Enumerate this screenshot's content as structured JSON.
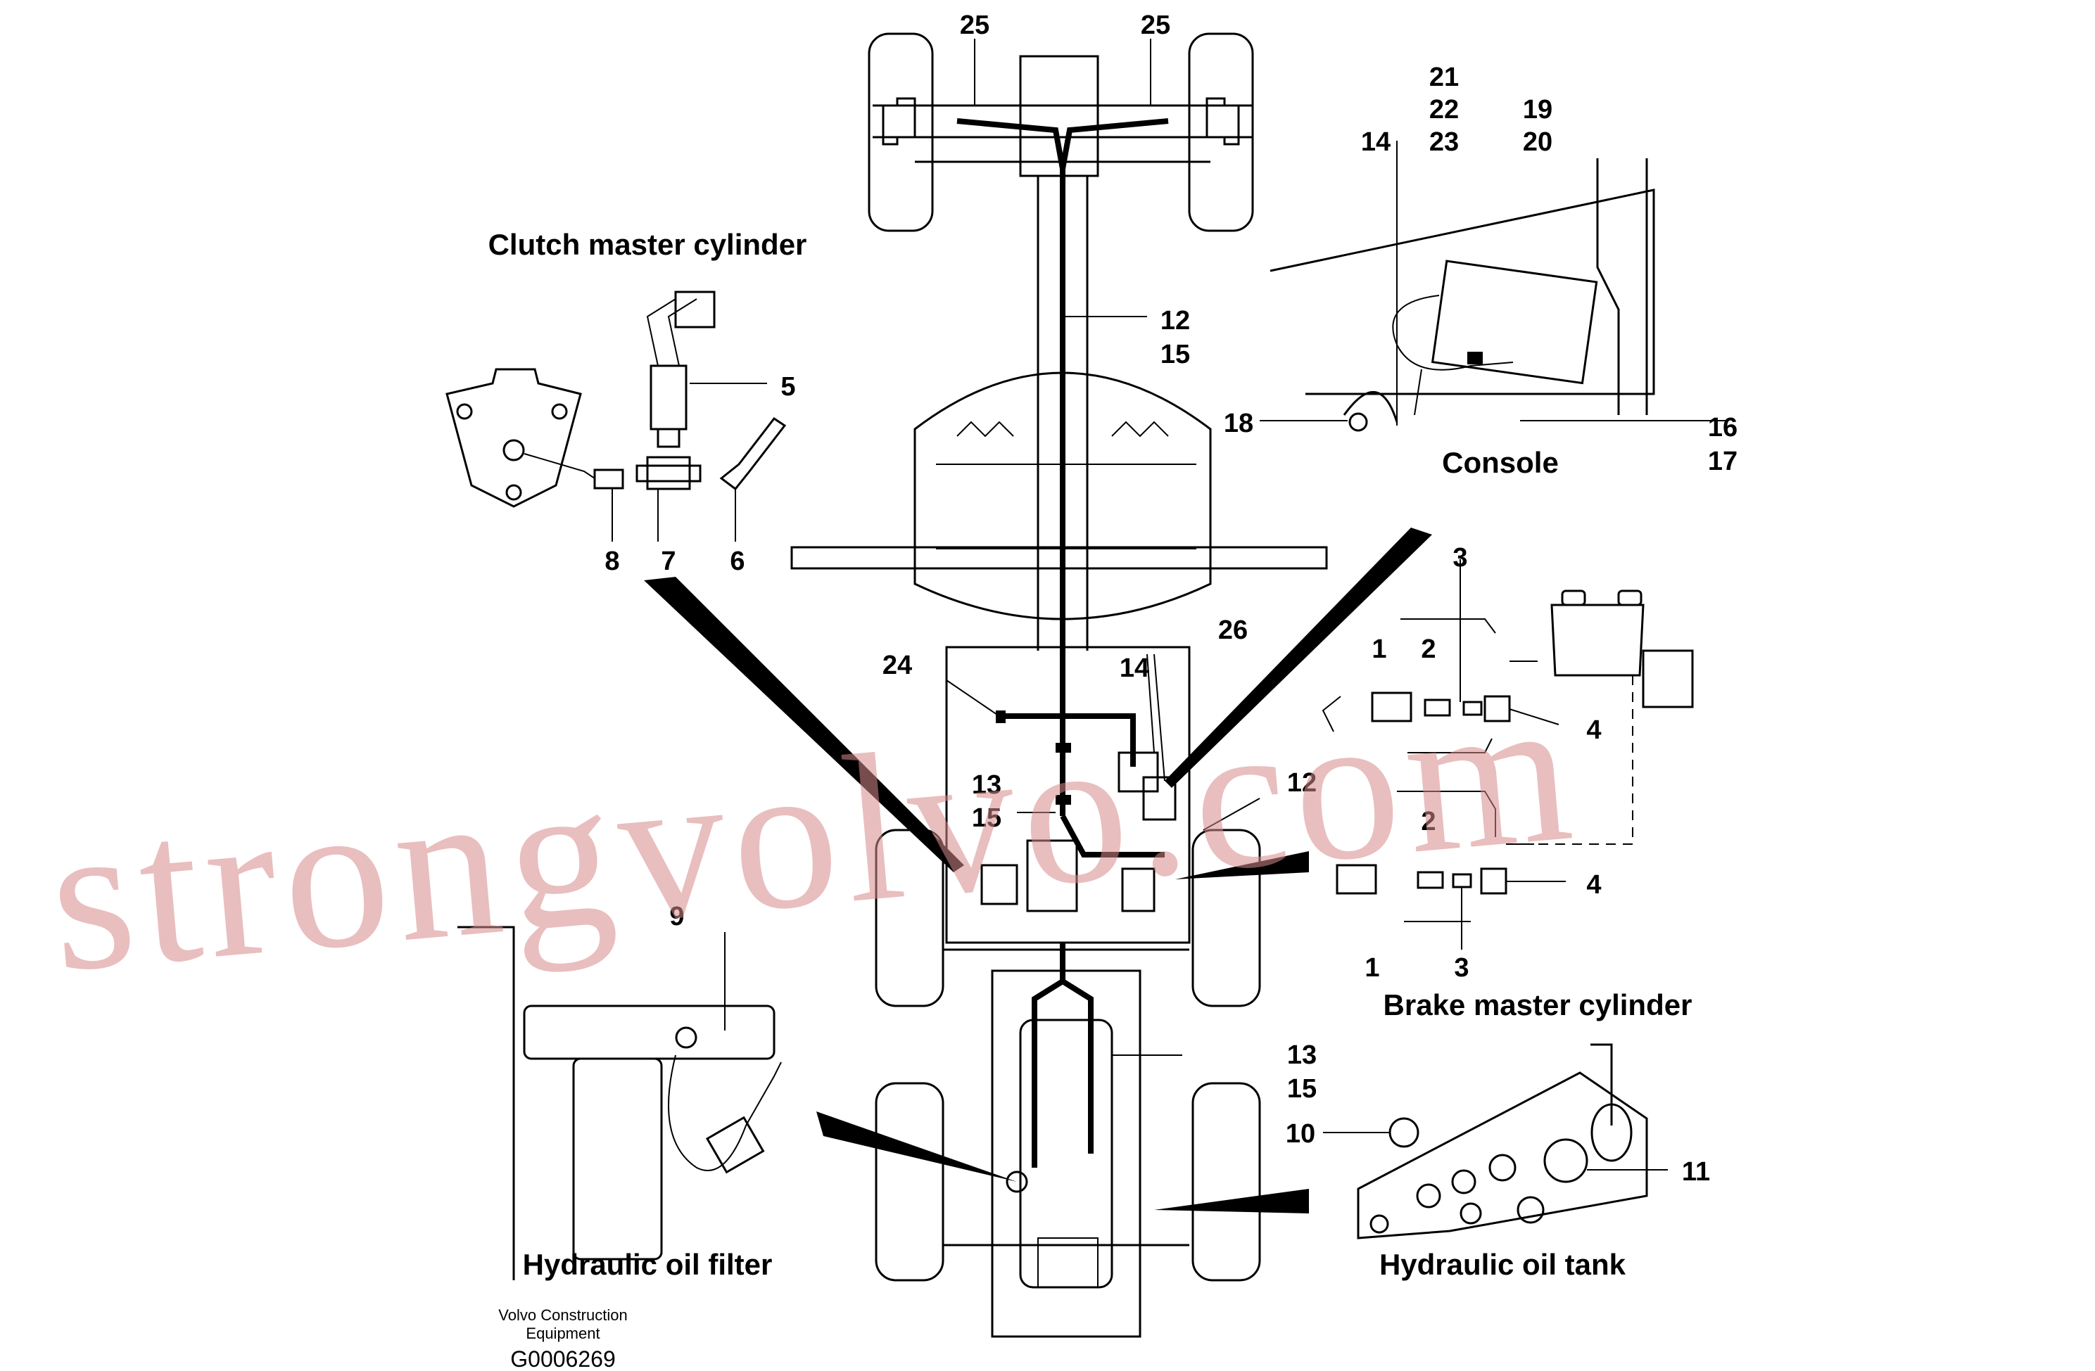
{
  "sections": {
    "clutch": "Clutch master cylinder",
    "console": "Console",
    "brake": "Brake master cylinder",
    "filter": "Hydraulic oil filter",
    "tank": "Hydraulic oil tank"
  },
  "callouts": {
    "c25a": "25",
    "c25b": "25",
    "c21": "21",
    "c22": "22",
    "c23": "23",
    "c19": "19",
    "c20": "20",
    "c14a": "14",
    "c18": "18",
    "c16": "16",
    "c17": "17",
    "c12a": "12",
    "c15a": "15",
    "c5": "5",
    "c8": "8",
    "c7": "7",
    "c6": "6",
    "c3a": "3",
    "c1a": "1",
    "c2a": "2",
    "c4a": "4",
    "c2b": "2",
    "c4b": "4",
    "c1b": "1",
    "c3b": "3",
    "c24": "24",
    "c14b": "14",
    "c26": "26",
    "c13a": "13",
    "c15b": "15",
    "c12b": "12",
    "c9": "9",
    "c13b": "13",
    "c15c": "15",
    "c10": "10",
    "c11": "11"
  },
  "footer": {
    "maker_line1": "Volvo Construction",
    "maker_line2": "Equipment",
    "figure_id": "G0006269"
  },
  "watermark": "strongvolvo.com",
  "colors": {
    "ink": "#000000",
    "watermark": "#d88a8a",
    "background": "#ffffff"
  }
}
